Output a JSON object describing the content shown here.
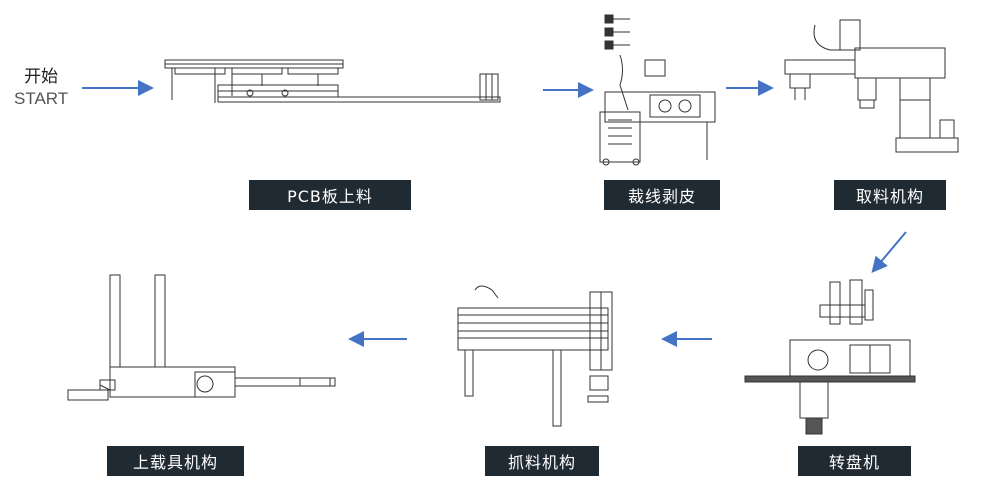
{
  "start": {
    "cn": "开始",
    "en": "START"
  },
  "steps": [
    {
      "label": "PCB板上料"
    },
    {
      "label": "裁线剥皮"
    },
    {
      "label": "取料机构"
    },
    {
      "label": "转盘机"
    },
    {
      "label": "抓料机构"
    },
    {
      "label": "上载具机构"
    }
  ],
  "colors": {
    "arrow": "#4472c4",
    "label_bg": "#1f2a33",
    "label_text": "#ffffff",
    "line": "#333333"
  }
}
